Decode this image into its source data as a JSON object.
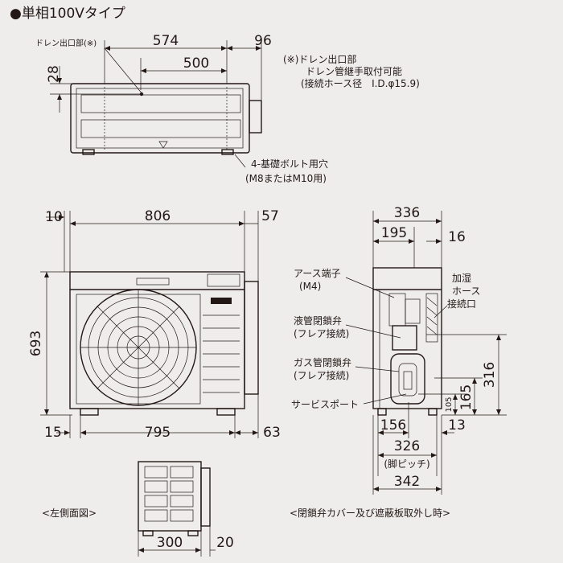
{
  "title": "●単相100Vタイプ",
  "top_view": {
    "drain_label": "ドレン出口部(※)",
    "dims": {
      "d574": "574",
      "d96": "96",
      "d500": "500",
      "d28": "28"
    },
    "note": [
      "(※)ドレン出口部",
      "ドレン管継手取付可能",
      "(接続ホース径　I.D.φ15.9)"
    ],
    "bolt": [
      "4-基礎ボルト用穴",
      "(M8またはM10用)"
    ]
  },
  "front_view": {
    "dims": {
      "d10": "10",
      "d806": "806",
      "d57": "57",
      "d693": "693",
      "d15": "15",
      "d795": "795",
      "d63": "63"
    }
  },
  "side_view": {
    "dims": {
      "d336": "336",
      "d195": "195",
      "d16": "16",
      "d316": "316",
      "d165": "165",
      "d105": "105",
      "d156": "156",
      "d13": "13",
      "d326": "326",
      "d342": "342"
    },
    "pitch": "(脚ピッチ)",
    "labels": {
      "earth": [
        "アース端子",
        "(M4)"
      ],
      "liquid": [
        "液管閉鎖弁",
        "(フレア接続)"
      ],
      "gas": [
        "ガス管閉鎖弁",
        "(フレア接続)"
      ],
      "service": "サービスポート",
      "humid": [
        "加湿",
        "ホース",
        "接続口"
      ]
    },
    "caption": "<閉鎖弁カバー及び遮蔽板取外し時>"
  },
  "left_view": {
    "dims": {
      "d300": "300",
      "d20": "20"
    },
    "caption": "<左側面図>"
  }
}
